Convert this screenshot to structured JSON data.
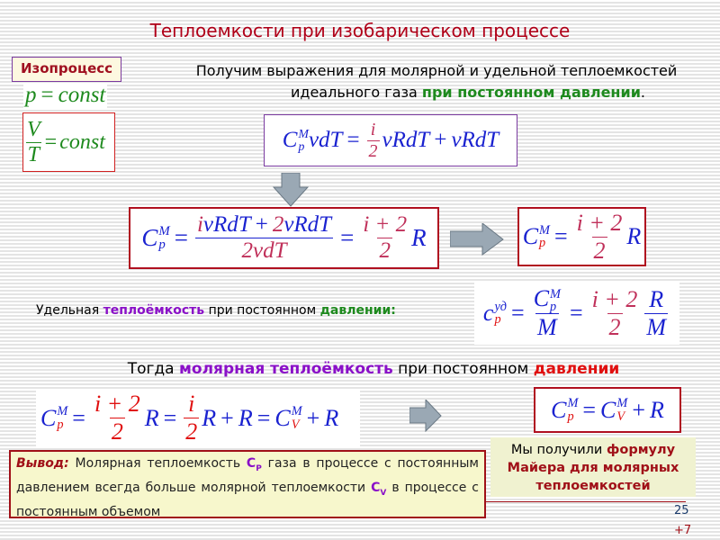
{
  "title": "Теплоемкости при изобарическом процессе",
  "isoprocess_label": "Изопроцесс",
  "condition1": {
    "lhs": "p",
    "rhs": "const"
  },
  "condition2": {
    "num": "V",
    "den": "T",
    "rhs": "const"
  },
  "intro": {
    "line1": "Получим выражения для молярной и удельной теплоемкостей",
    "line2_a": "идеального газа ",
    "line2_b": "при постоянном давлении",
    "line2_c": "."
  },
  "formula1": {
    "C": "C",
    "sup": "M",
    "sub": "p",
    "a": "νdT",
    "i": "i",
    "two": "2",
    "b": "νRdT",
    "plus": "+",
    "c": "νRdT"
  },
  "formula2": {
    "C": "C",
    "sup": "M",
    "sub": "p",
    "n1": "i",
    "n2": "νRdT",
    "n3": "+",
    "n4": "2",
    "n5": "νRdT",
    "d1": "2",
    "d2": "νdT",
    "f_num": "i + 2",
    "f_den": "2",
    "R": "R"
  },
  "formula3": {
    "C": "C",
    "sup": "M",
    "sub": "p",
    "f_num": "i + 2",
    "f_den": "2",
    "R": "R"
  },
  "specific": {
    "a": "Удельная ",
    "b": "теплоёмкость",
    "c": " при постоянном ",
    "d": "давлении:"
  },
  "formula_specific": {
    "c": "c",
    "sup": "уд",
    "sub": "p",
    "C": "C",
    "Csup": "M",
    "Csub": "p",
    "M": "M",
    "f_num": "i + 2",
    "f_den": "2",
    "R": "R"
  },
  "then": {
    "a": "Тогда ",
    "b": "молярная теплоёмкость",
    "c": " при постоянном ",
    "d": "давлении"
  },
  "formula4": {
    "C": "C",
    "sup": "M",
    "sub": "p",
    "f_num": "i + 2",
    "f_den": "2",
    "R": "R",
    "i": "i",
    "two": "2",
    "plus": "+",
    "CV": "C",
    "CVsup": "M",
    "CVsub": "V"
  },
  "formula5": {
    "C": "C",
    "sup": "M",
    "sub": "p",
    "CV": "C",
    "CVsup": "M",
    "CVsub": "V",
    "plus": "+",
    "R": "R"
  },
  "mayer": {
    "a": "Мы получили ",
    "b": "формулу Майера для молярных теплоемкостей"
  },
  "conclusion": {
    "label": "Вывод:",
    "t1": " Молярная теплоемкость ",
    "cp": "C",
    "cp_sub": "P",
    "t2": " газа в процессе с постоянным давлением всегда больше молярной теплоемкости ",
    "cv": "C",
    "cv_sub": "V",
    "t3": " в процессе с постоянным объемом"
  },
  "page_number": "25",
  "page_extra": "+7",
  "colors": {
    "title": "#b00018",
    "purple": "#8a10c8",
    "green": "#1e8a1e",
    "box_red": "#b01020",
    "formula_blue": "#1a22d0"
  }
}
